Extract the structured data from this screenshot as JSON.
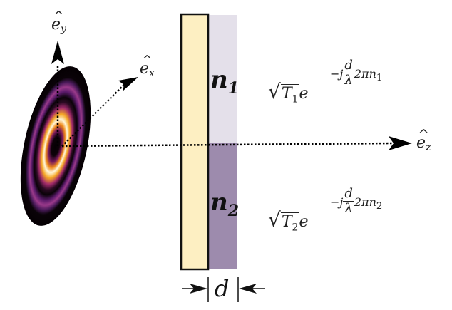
{
  "figure": {
    "description": "Beam incident on a two-index phase plate of thickness d",
    "colors": {
      "plate_fill": "#fdefc2",
      "plate_border": "#111111",
      "region_n1_fill": "#e4e0ea",
      "region_n2_fill": "#9d8bad",
      "beam_dark": "#0a0508",
      "beam_purple": "#8a2a7e",
      "beam_orange": "#f5a020",
      "beam_white": "#fffbe6"
    }
  },
  "axes": {
    "ey": {
      "symbol": "e",
      "subscript": "y",
      "hat": "^"
    },
    "ex": {
      "symbol": "e",
      "subscript": "x",
      "hat": "^"
    },
    "ez": {
      "symbol": "e",
      "subscript": "z",
      "hat": "^"
    }
  },
  "regions": {
    "n1": {
      "symbol": "n",
      "subscript": "1"
    },
    "n2": {
      "symbol": "n",
      "subscript": "2"
    }
  },
  "formulas": {
    "top": {
      "sqrt_symbol": "√",
      "T": "T",
      "T_sub": "1",
      "e": "e",
      "exp_prefix": "−j",
      "frac_num": "d",
      "frac_den": "λ",
      "exp_suffix": "2πn",
      "exp_suffix_sub": "1"
    },
    "bottom": {
      "sqrt_symbol": "√",
      "T": "T",
      "T_sub": "2",
      "e": "e",
      "exp_prefix": "−j",
      "frac_num": "d",
      "frac_den": "λ",
      "exp_suffix": "2πn",
      "exp_suffix_sub": "2"
    }
  },
  "thickness": {
    "symbol": "d"
  }
}
